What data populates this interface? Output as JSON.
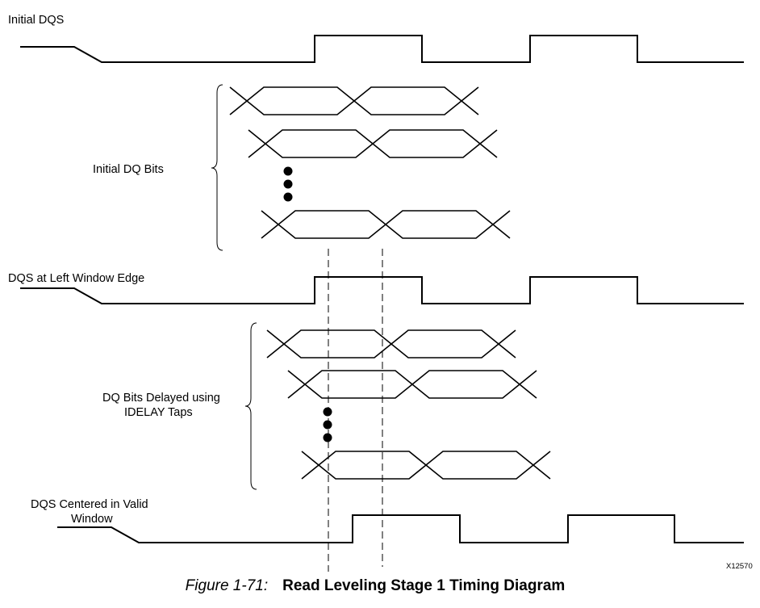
{
  "labels": {
    "initial_dqs": "Initial DQS",
    "initial_dq_bits": "Initial DQ Bits",
    "dqs_left_edge": "DQS at Left Window Edge",
    "dq_delayed_line1": "DQ Bits Delayed using",
    "dq_delayed_line2": "IDELAY Taps",
    "dqs_centered_line1": "DQS Centered in Valid",
    "dqs_centered_line2": "Window"
  },
  "figure_id": "X12570",
  "caption": {
    "number": "Figure 1-71:",
    "title": "Read Leveling Stage 1 Timing Diagram"
  }
}
